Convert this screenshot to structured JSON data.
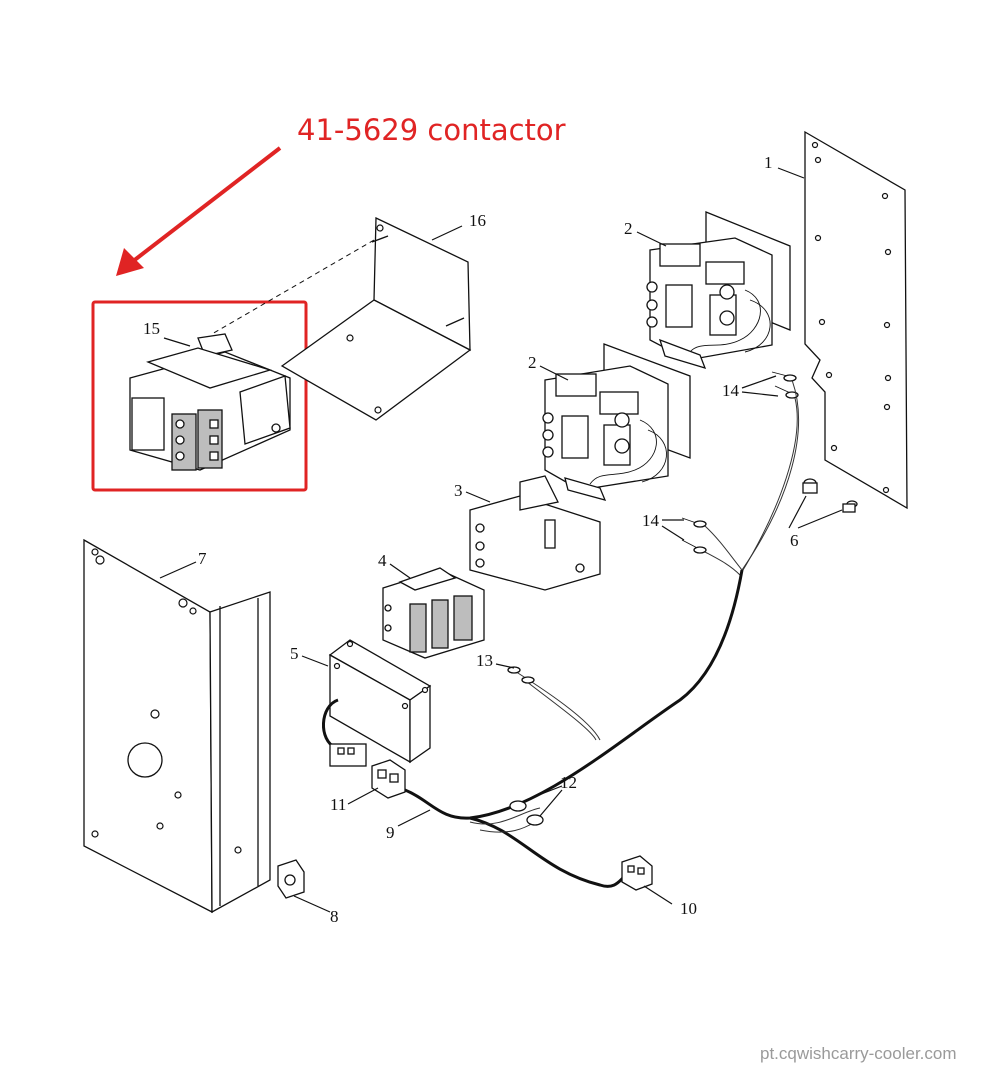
{
  "annotation": {
    "label": "41-5629 contactor",
    "color": "#e02424",
    "highlight_color": "#e02424"
  },
  "callouts": {
    "c1": "1",
    "c2a": "2",
    "c2b": "2",
    "c3": "3",
    "c4": "4",
    "c5": "5",
    "c6": "6",
    "c7": "7",
    "c8": "8",
    "c9": "9",
    "c10": "10",
    "c11": "11",
    "c12": "12",
    "c13": "13",
    "c14a": "14",
    "c14b": "14",
    "c15": "15",
    "c16": "16"
  },
  "watermark": "pt.cqwishcarry-cooler.com"
}
